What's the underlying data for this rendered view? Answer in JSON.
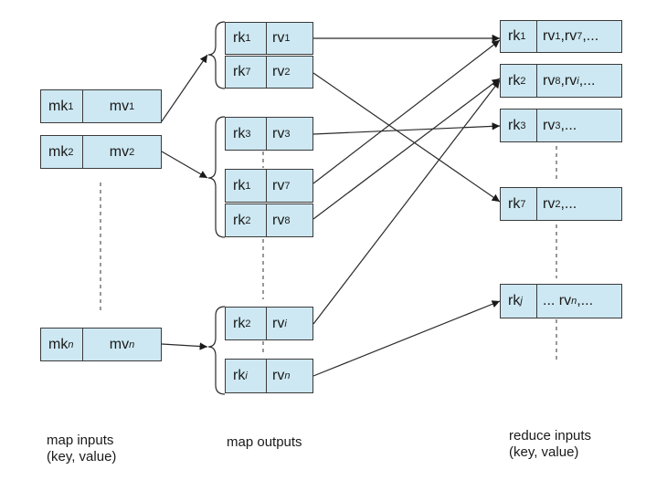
{
  "map_inputs": [
    {
      "k": "mk",
      "ks": "1",
      "v": "mv",
      "vs": "1"
    },
    {
      "k": "mk",
      "ks": "2",
      "v": "mv",
      "vs": "2"
    },
    {
      "k": "mk",
      "ks": "n",
      "v": "mv",
      "vs": "n"
    }
  ],
  "map_outputs": [
    {
      "k": "rk",
      "ks": "1",
      "v": "rv",
      "vs": "1"
    },
    {
      "k": "rk",
      "ks": "7",
      "v": "rv",
      "vs": "2"
    },
    {
      "k": "rk",
      "ks": "3",
      "v": "rv",
      "vs": "3"
    },
    {
      "k": "rk",
      "ks": "1",
      "v": "rv",
      "vs": "7"
    },
    {
      "k": "rk",
      "ks": "2",
      "v": "rv",
      "vs": "8"
    },
    {
      "k": "rk",
      "ks": "2",
      "v": "rv",
      "vs": "i"
    },
    {
      "k": "rk",
      "ks": "i",
      "v": "rv",
      "vs": "n"
    }
  ],
  "reduce_inputs": [
    {
      "k": "rk",
      "ks": "1",
      "p1": "rv",
      "s1": "1",
      "p2": ",rv",
      "s2": "7",
      "p3": ",..."
    },
    {
      "k": "rk",
      "ks": "2",
      "p1": "rv",
      "s1": "8",
      "p2": ",rv",
      "s2": "i",
      "p3": ",..."
    },
    {
      "k": "rk",
      "ks": "3",
      "p1": "rv",
      "s1": "3",
      "p2": ",...",
      "s2": "",
      "p3": ""
    },
    {
      "k": "rk",
      "ks": "7",
      "p1": "rv",
      "s1": "2",
      "p2": ",...",
      "s2": "",
      "p3": ""
    },
    {
      "k": "rk",
      "ks": "j",
      "p1": "... rv",
      "s1": "n",
      "p2": ",...",
      "s2": "",
      "p3": ""
    }
  ],
  "labels": {
    "map_inputs_l1": "map inputs",
    "map_inputs_l2": "(key, value)",
    "map_outputs": "map outputs",
    "reduce_inputs_l1": "reduce inputs",
    "reduce_inputs_l2": "(key, value)"
  },
  "colors": {
    "box_fill": "#cde8f2",
    "line": "#3a3a3a"
  }
}
